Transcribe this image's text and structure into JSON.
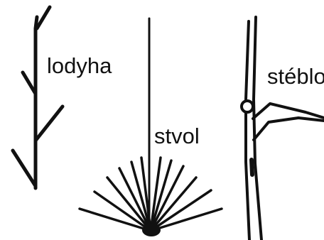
{
  "labels": {
    "stem": "lodyha",
    "scape": "stvol",
    "culm": "stéblo"
  },
  "colors": {
    "ink": "#111111",
    "background": "#ffffff"
  }
}
